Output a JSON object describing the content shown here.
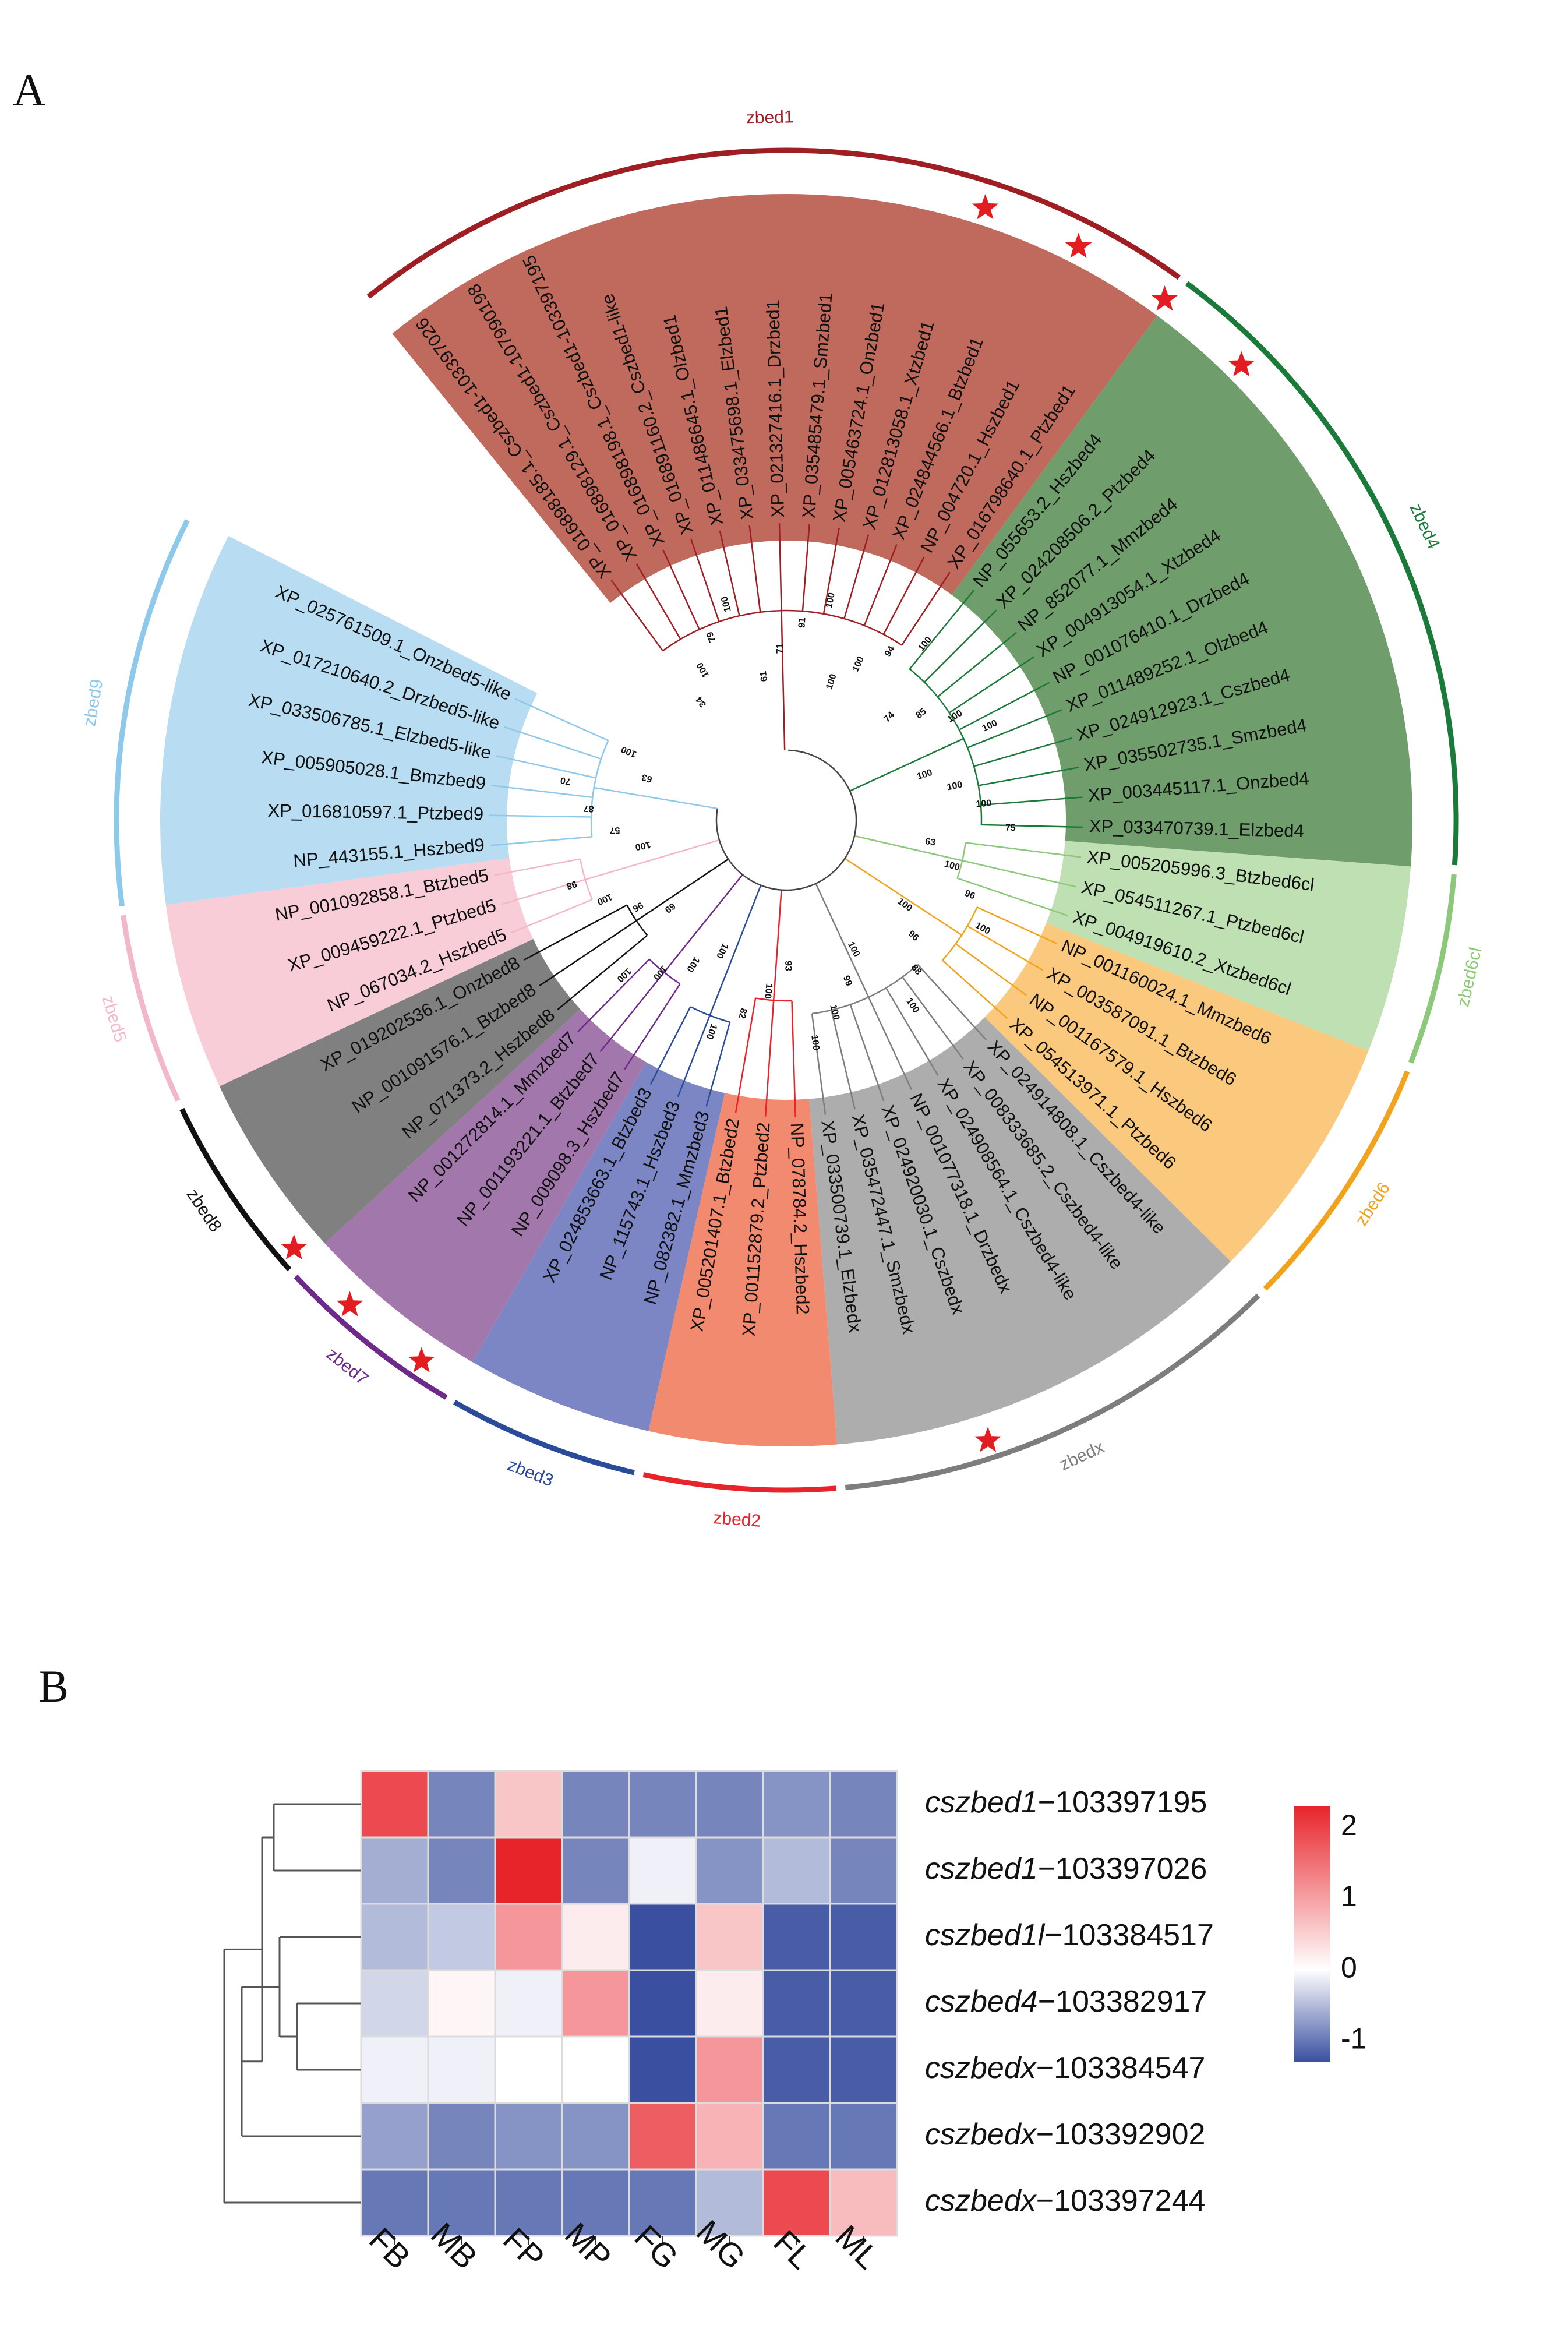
{
  "panel_a_letter": "A",
  "panel_b_letter": "B",
  "tree": {
    "clades": [
      {
        "name": "zbed1",
        "color": "#9e1e24",
        "wedge": "#c0695d",
        "leaves": [
          "XP_016898185.1_Cszbed1-103397026",
          "XP_016898129.1_Cszbed1-107990198",
          "XP_016898198.1_Cszbed1-103397195",
          "XP_016891160.2_Cszbed1-like",
          "XP_011486645.1_Olzbed1",
          "XP_033475698.1_Elzbed1",
          "XP_021327416.1_Drzbed1",
          "XP_035485479.1_Smzbed1",
          "XP_005463724.1_Onzbed1",
          "XP_012813058.1_Xtzbed1",
          "XP_024844566.1_Btzbed1",
          "NP_004720.1_Hszbed1",
          "XP_016798640.1_Ptzbed1"
        ]
      },
      {
        "name": "zbed4",
        "color": "#1a7a3a",
        "wedge": "#6f9e6c",
        "leaves": [
          "NP_055653.2_Hszbed4",
          "XP_024208506.2_Ptzbed4",
          "NP_852077.1_Mmzbed4",
          "XP_004913054.1_Xtzbed4",
          "NP_001076410.1_Drzbed4",
          "XP_011489252.1_Olzbed4",
          "XP_024912923.1_Cszbed4",
          "XP_035502735.1_Smzbed4",
          "XP_003445117.1_Onzbed4",
          "XP_033470739.1_Elzbed4"
        ]
      },
      {
        "name": "zbed6cl",
        "color": "#8dc87a",
        "wedge": "#bfe0b3",
        "leaves": [
          "XP_005205996.3_Btzbed6cl",
          "XP_054511267.1_Ptzbed6cl",
          "XP_004919610.2_Xtzbed6cl"
        ]
      },
      {
        "name": "zbed6",
        "color": "#f2a31d",
        "wedge": "#fbc97d",
        "leaves": [
          "NP_001160024.1_Mmzbed6",
          "XP_003587091.1_Btzbed6",
          "NP_001167579.1_Hszbed6",
          "XP_054513971.1_Ptzbed6"
        ]
      },
      {
        "name": "zbedx",
        "color": "#7d7d7d",
        "wedge": "#adadad",
        "leaves": [
          "XP_024914808.1_Cszbed4-like",
          "XP_008333685.2_Cszbed4-like",
          "XP_024908564.1_Cszbed4-like",
          "NP_001077318.1_Drzbedx",
          "XP_024920030.1_Cszbedx",
          "XP_035472447.1_Smzbedx",
          "XP_033500739.1_Elzbedx"
        ]
      },
      {
        "name": "zbed2",
        "color": "#e8242b",
        "wedge": "#f28a6f",
        "leaves": [
          "NP_078784.2_Hszbed2",
          "XP_001152879.2_Ptzbed2",
          "XP_005201407.1_Btzbed2"
        ]
      },
      {
        "name": "zbed3",
        "color": "#2a4a9a",
        "wedge": "#7c86c4",
        "leaves": [
          "NP_082382.1_Mmzbed3",
          "NP_115743.1_Hszbed3",
          "XP_024853663.1_Btzbed3"
        ]
      },
      {
        "name": "zbed7",
        "color": "#6e2a8a",
        "wedge": "#a278ac",
        "leaves": [
          "NP_009098.3_Hszbed7",
          "NP_001193221.1_Btzbed7",
          "NP_001272814.1_Mmzbed7"
        ]
      },
      {
        "name": "zbed8",
        "color": "#111111",
        "wedge": "#808080",
        "leaves": [
          "NP_071373.2_Hszbed8",
          "NP_001091576.1_Btzbed8",
          "XP_019202536.1_Onzbed8"
        ]
      },
      {
        "name": "zbed5",
        "color": "#f3b8c8",
        "wedge": "#f8cdd8",
        "leaves": [
          "NP_067034.2_Hszbed5",
          "XP_009459222.1_Ptzbed5",
          "NP_001092858.1_Btzbed5"
        ]
      },
      {
        "name": "zbed9",
        "color": "#8ec8ea",
        "wedge": "#b8dcf1",
        "leaves": [
          "NP_443155.1_Hszbed9",
          "XP_016810597.1_Ptzbed9",
          "XP_005905028.1_Bmzbed9",
          "XP_033506785.1_Elzbed5-like",
          "XP_017210640.2_Drzbed5-like",
          "XP_025761509.1_Onzbed5-like"
        ]
      }
    ],
    "bootstraps": [
      "34",
      "100",
      "79",
      "100",
      "61",
      "71",
      "91",
      "100",
      "100",
      "100",
      "94",
      "100",
      "74",
      "85",
      "100",
      "100",
      "100",
      "100",
      "100",
      "75",
      "63",
      "100",
      "96",
      "100",
      "100",
      "96",
      "88",
      "100",
      "100",
      "99",
      "100",
      "100",
      "93",
      "100",
      "82",
      "100",
      "100",
      "100",
      "100",
      "100",
      "69",
      "96",
      "100",
      "98",
      "100",
      "57",
      "87",
      "70",
      "63",
      "100"
    ],
    "stars": 8
  },
  "heatmap": {
    "columns": [
      "FB",
      "MB",
      "FP",
      "MP",
      "FG",
      "MG",
      "FL",
      "ML"
    ],
    "rows": [
      {
        "gene": "cszbed1",
        "suffix": "−103397195",
        "values": [
          1.9,
          -0.9,
          0.6,
          -0.9,
          -0.9,
          -0.9,
          -0.8,
          -0.9
        ]
      },
      {
        "gene": "cszbed1",
        "suffix": "−103397026",
        "values": [
          -0.6,
          -0.9,
          2.3,
          -0.9,
          -0.1,
          -0.8,
          -0.5,
          -0.9
        ]
      },
      {
        "gene": "cszbed1l",
        "suffix": "−103384517",
        "values": [
          -0.5,
          -0.4,
          1.1,
          0.2,
          -1.3,
          0.6,
          -1.2,
          -1.2
        ]
      },
      {
        "gene": "cszbed4",
        "suffix": "−103382917",
        "values": [
          -0.3,
          0.1,
          -0.1,
          1.1,
          -1.3,
          0.2,
          -1.2,
          -1.2
        ]
      },
      {
        "gene": "cszbedx",
        "suffix": "−103384547",
        "values": [
          -0.1,
          -0.1,
          0.0,
          0.0,
          -1.3,
          1.1,
          -1.2,
          -1.2
        ]
      },
      {
        "gene": "cszbedx",
        "suffix": "−103392902",
        "values": [
          -0.7,
          -0.9,
          -0.8,
          -0.8,
          1.7,
          0.8,
          -1.0,
          -1.0
        ]
      },
      {
        "gene": "cszbedx",
        "suffix": "−103397244",
        "values": [
          -1.0,
          -1.0,
          -1.0,
          -1.0,
          -1.0,
          -0.5,
          1.9,
          0.7
        ]
      }
    ],
    "legend_ticks": [
      "2",
      "1",
      "0",
      "-1"
    ],
    "color_low": "#3a4fa0",
    "color_mid": "#ffffff",
    "color_high": "#e8242b",
    "range": [
      -1.3,
      2.3
    ]
  }
}
